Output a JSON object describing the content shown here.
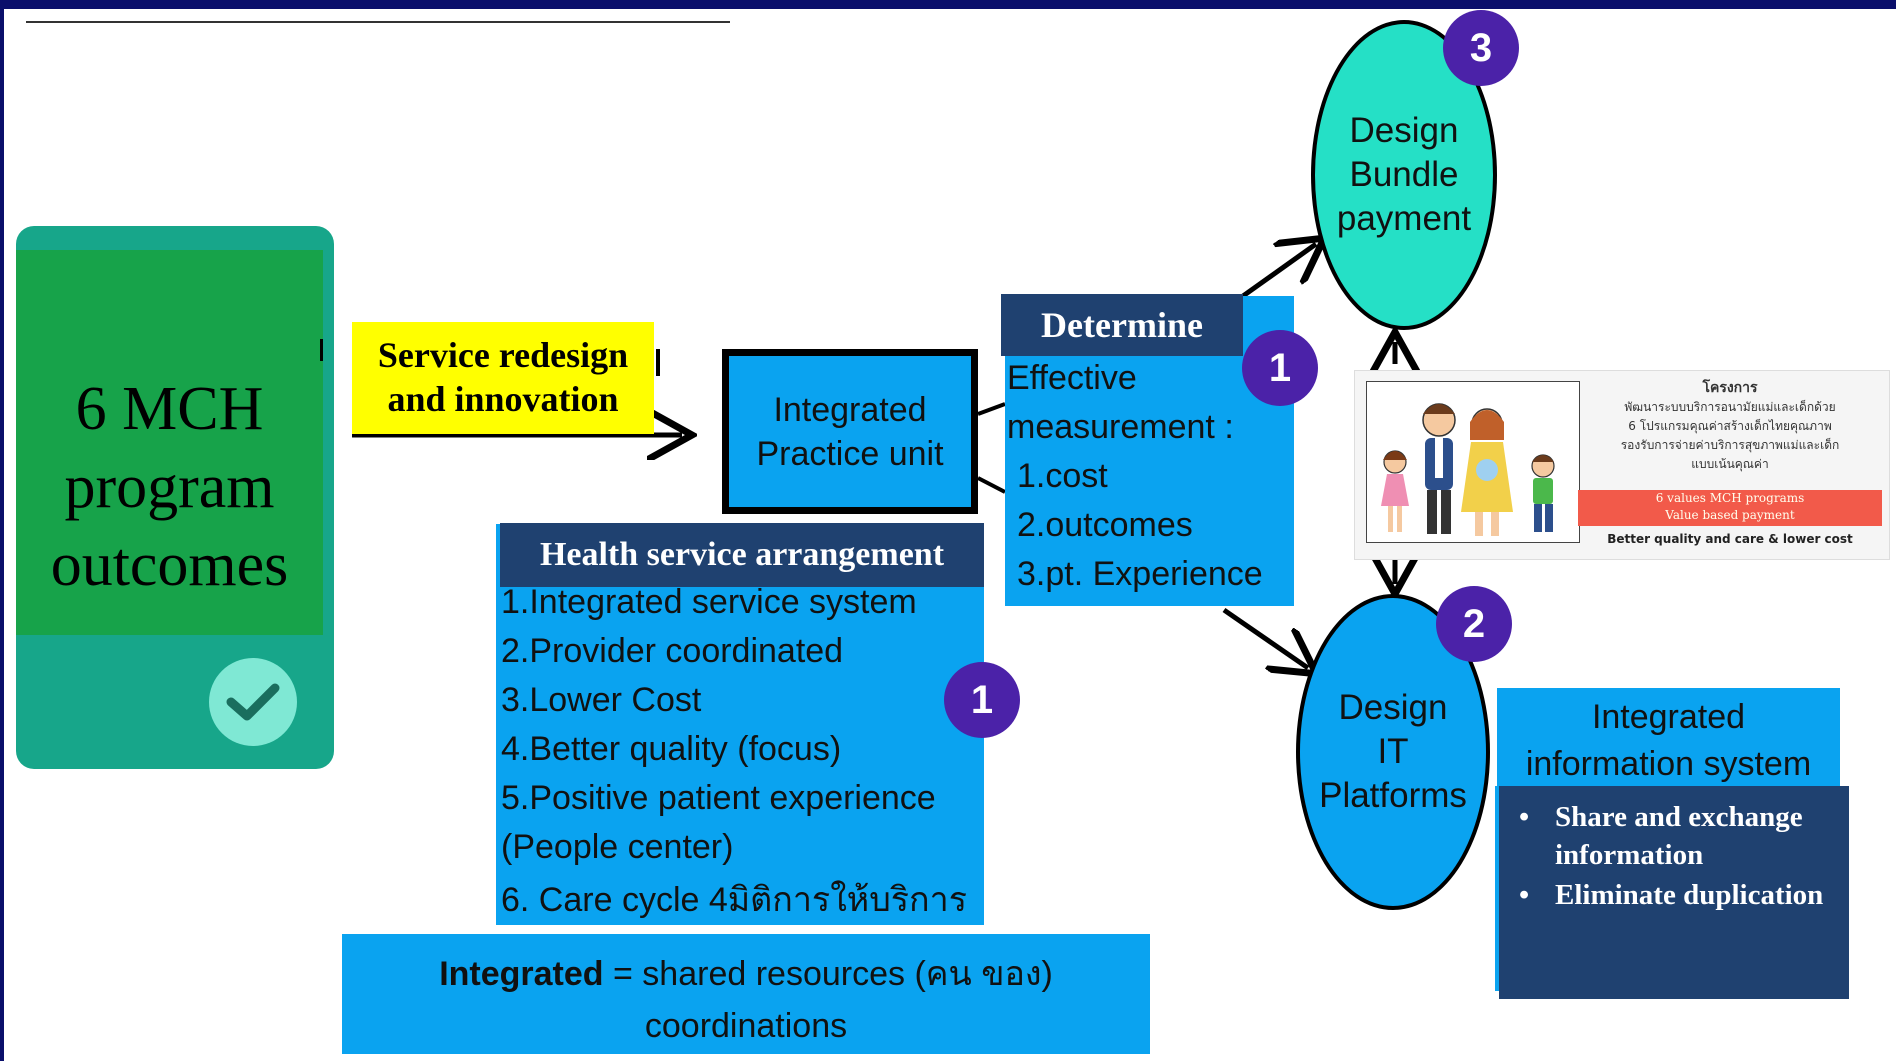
{
  "outcomes_card": {
    "text": "6 MCH program outcomes"
  },
  "service_redesign": {
    "text": "Service redesign and innovation"
  },
  "integrated_practice_unit": {
    "text": "Integrated\nPractice unit"
  },
  "determine": {
    "label": "Determine",
    "lines": [
      "Effective",
      "measurement :",
      " 1.cost",
      " 2.outcomes",
      " 3.pt. Experience"
    ]
  },
  "health_service_arrangement": {
    "label": "Health service arrangement",
    "items": [
      "1.Integrated service system",
      "2.Provider coordinated",
      "3.Lower Cost",
      "4.Better quality (focus)",
      "5.Positive patient experience",
      "(People center)",
      "6. Care cycle 4มิติการให้บริการ"
    ]
  },
  "integrated_definition": {
    "term": "Integrated",
    "definition": " = shared resources (คน ของ)",
    "line2": "coordinations"
  },
  "bundle_payment": {
    "text": "Design\nBundle\npayment"
  },
  "it_platforms": {
    "text": "Design\nIT\nPlatforms"
  },
  "badges": {
    "bundle": "3",
    "it": "2",
    "determine": "1",
    "arrangement": "1"
  },
  "project_image": {
    "title": "โครงการ",
    "lines": [
      "พัฒนาระบบบริการอนามัยแม่และเด็กด้วย",
      "6 โปรแกรมคุณค่าสร้างเด็กไทยคุณภาพ",
      "รองรับการจ่ายค่าบริการสุขภาพแม่และเด็ก",
      "แบบเน้นคุณค่า"
    ],
    "banner_line1": "6 values MCH programs",
    "banner_line2": "Value based payment",
    "footer": "Better quality  and  care   & lower cost"
  },
  "integrated_information_system": {
    "title": "Integrated\ninformation system",
    "bullets": [
      "Share and exchange information",
      "Eliminate duplication"
    ]
  },
  "colors": {
    "frame": "#0a0f6b",
    "box_blue": "#0aa3f0",
    "navy": "#1f4170",
    "badge_purple": "#4b22a8",
    "bundle_teal": "#25e0c6",
    "phone_green": "#17a34a",
    "highlight_yellow": "#ffff00"
  },
  "icons": [
    "check-icon",
    "family-illustration"
  ]
}
